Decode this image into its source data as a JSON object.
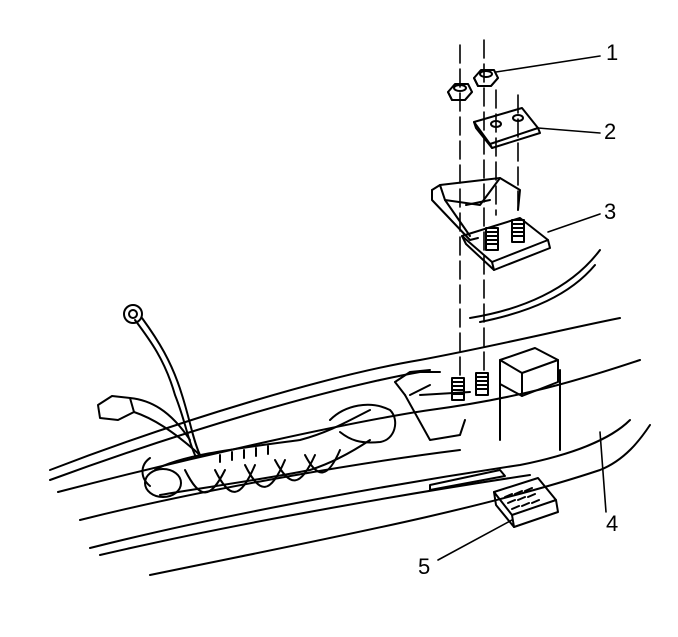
{
  "callouts": [
    {
      "label": "1"
    },
    {
      "label": "2"
    },
    {
      "label": "3"
    },
    {
      "label": "4"
    },
    {
      "label": "5"
    }
  ],
  "colors": {
    "line": "#000000",
    "background": "#ffffff"
  }
}
